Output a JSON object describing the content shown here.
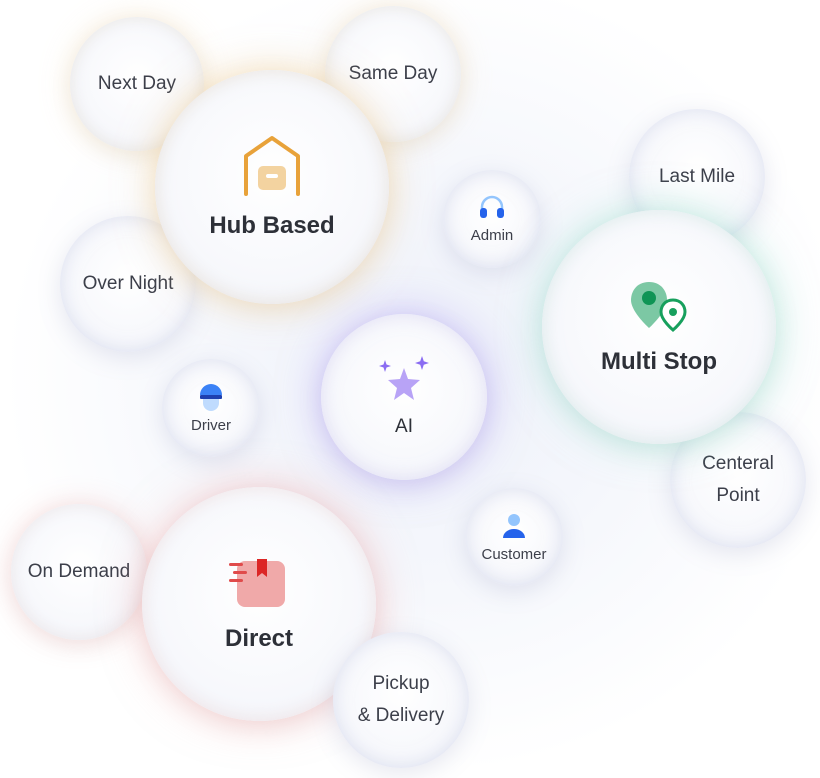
{
  "bubbles": {
    "next_day": "Next Day",
    "same_day": "Same Day",
    "hub_based": "Hub Based",
    "over_night": "Over Night",
    "admin": "Admin",
    "last_mile": "Last Mile",
    "multi_stop": "Multi Stop",
    "driver": "Driver",
    "ai": "AI",
    "central_point_line1": "Centeral",
    "central_point_line2": "Point",
    "customer": "Customer",
    "on_demand": "On Demand",
    "direct": "Direct",
    "pickup_line1": "Pickup",
    "pickup_line2": "& Delivery"
  },
  "icons": {
    "hub": "warehouse-icon",
    "admin": "headset-icon",
    "multi_stop": "map-pin-icon",
    "driver": "driver-cap-icon",
    "ai": "sparkle-star-icon",
    "customer": "user-icon",
    "direct": "fast-package-icon"
  },
  "colors": {
    "hub_accent": "#e8a23a",
    "green_accent": "#17a05d",
    "purple_accent": "#8a6cf2",
    "blue_accent": "#3b82f6",
    "red_accent": "#e04b4b"
  }
}
